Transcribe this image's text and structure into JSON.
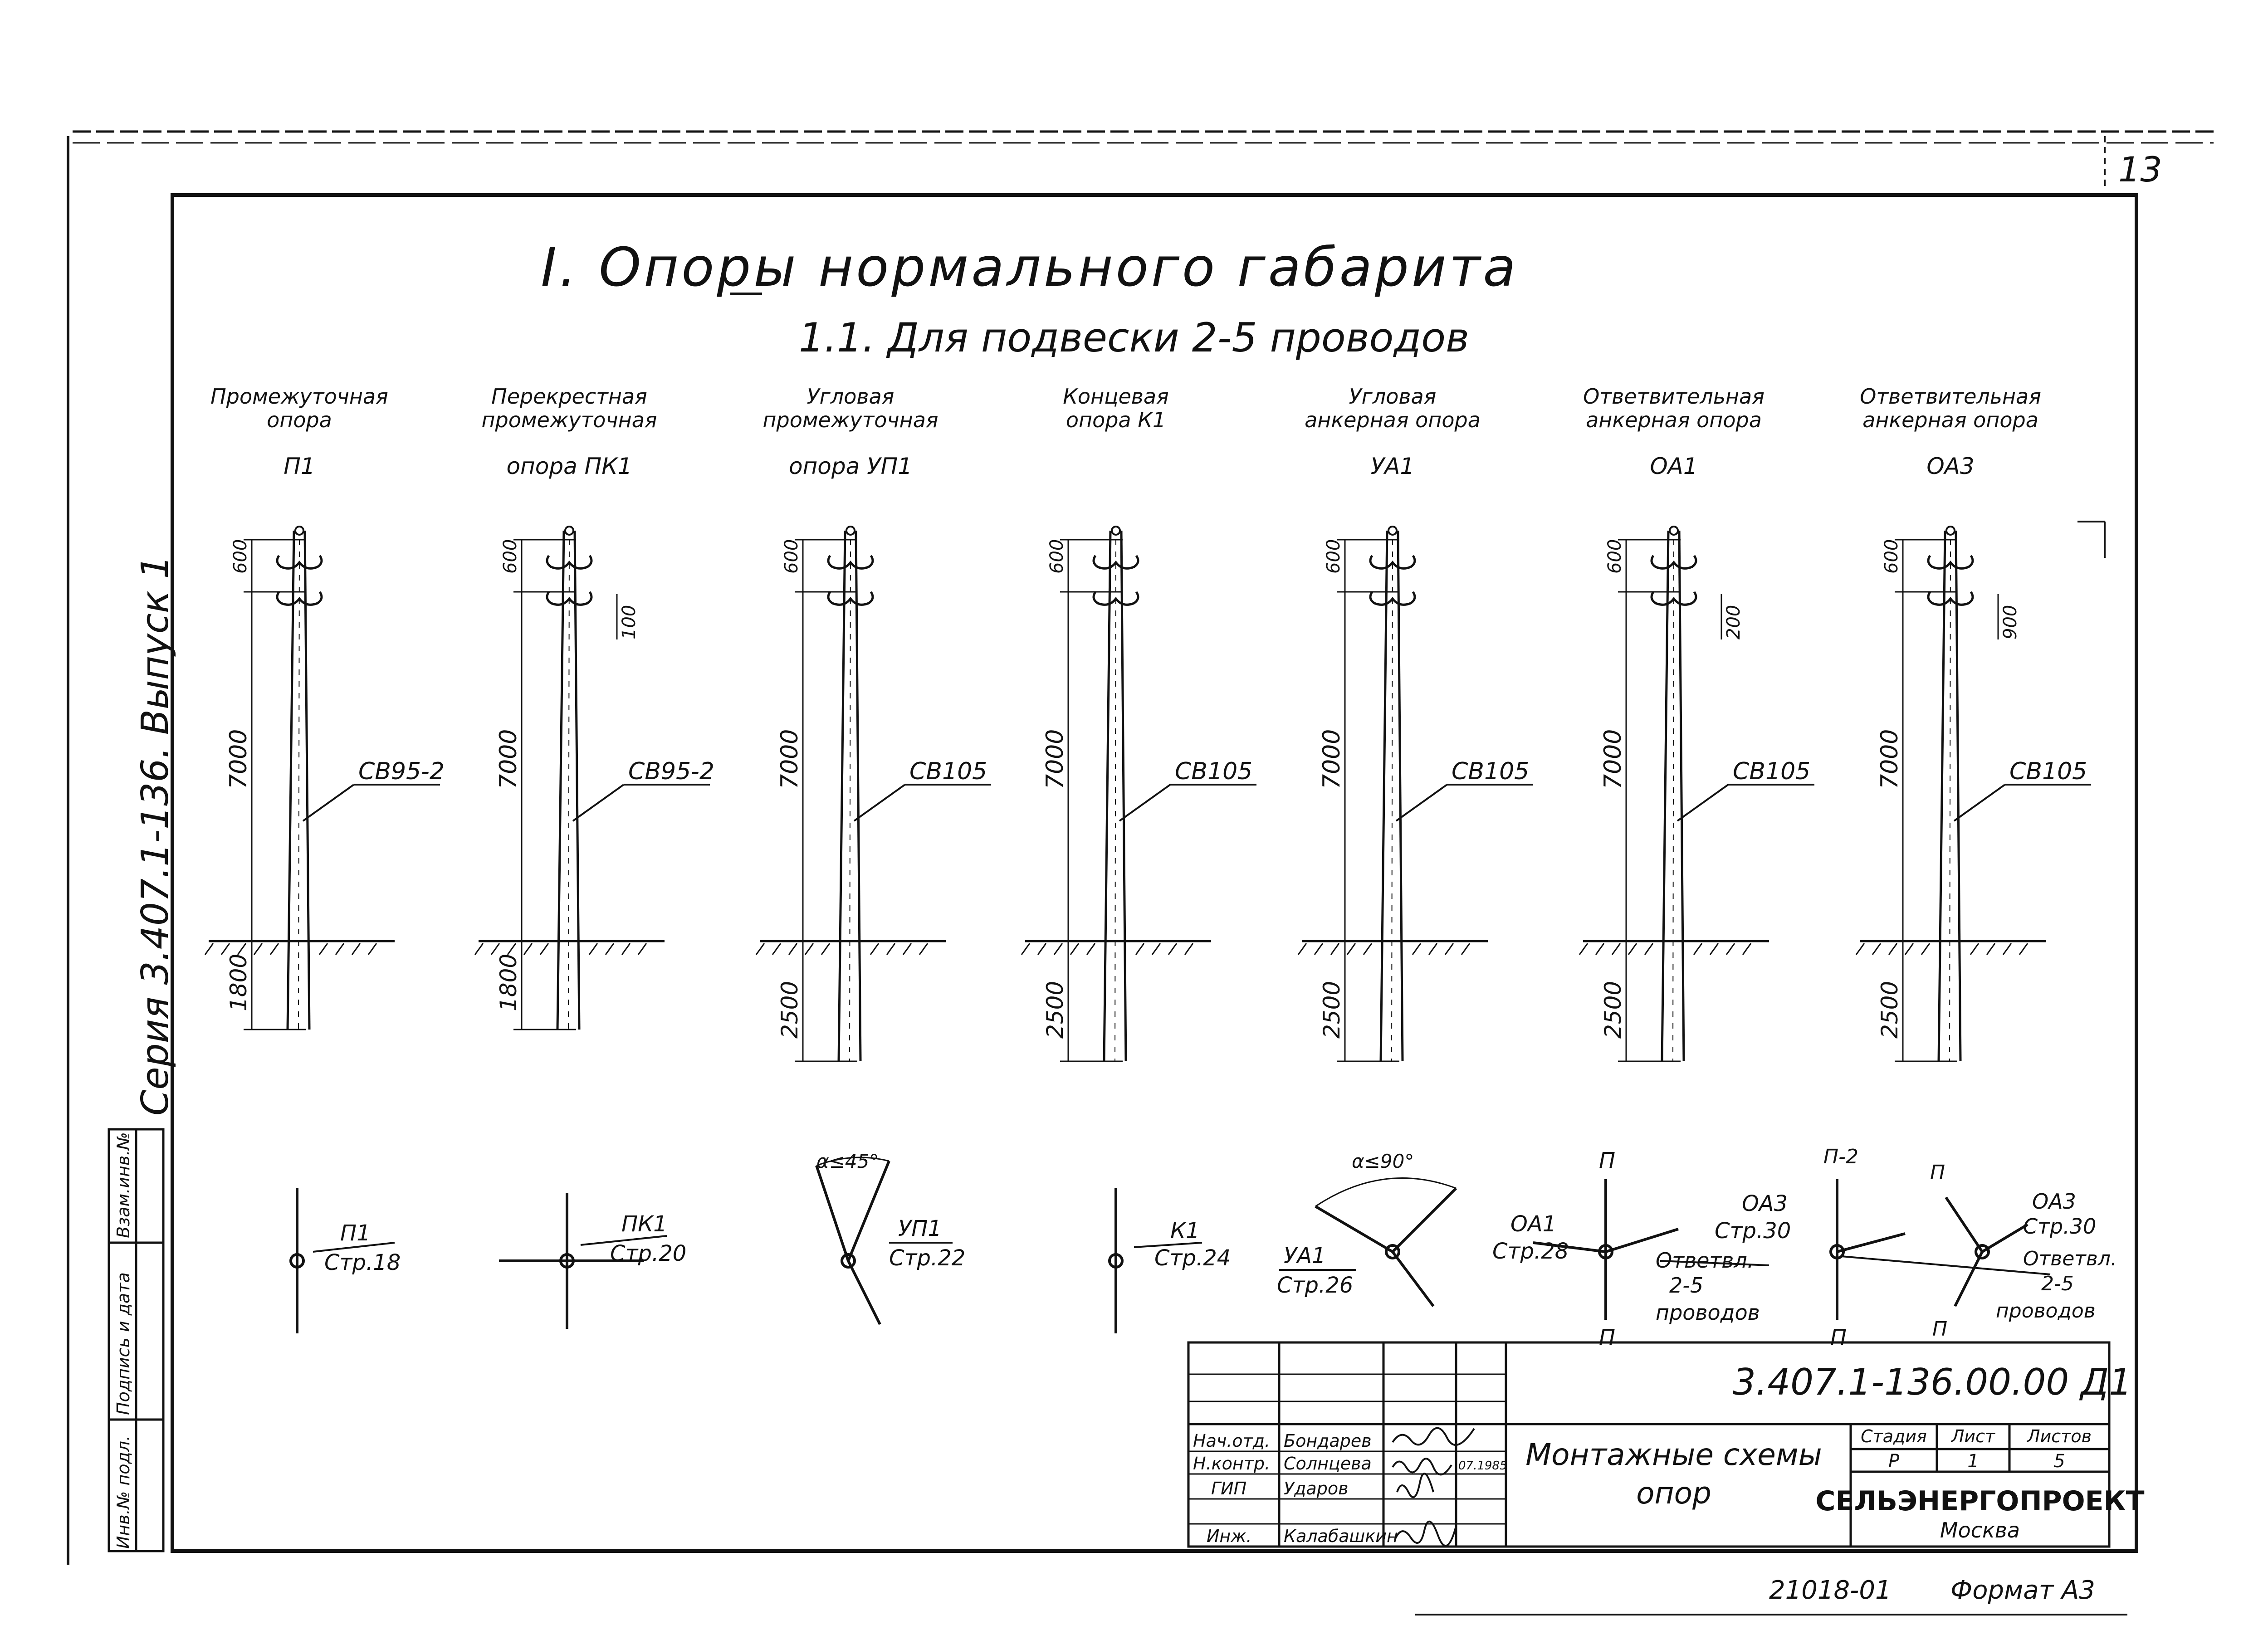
{
  "sheet_corner_number": "13",
  "title_main": "I. Опоры нормального габарита",
  "title_sub": "1.1. Для подвески 2-5 проводов",
  "side_series": "Серия 3.407.1-136. Выпуск 1",
  "left_stamp_boxes": [
    "Инв.№ подл.",
    "Подпись и дата",
    "Взам.инв.№"
  ],
  "supports": [
    {
      "name_lines": [
        "Промежуточная",
        "опора"
      ],
      "code": "П1",
      "top_dim": "600",
      "mid_dims": [],
      "height_dim": "7000",
      "post_label": "СВ95-2",
      "depth_dim": "1800",
      "plan_label": "П1",
      "plan_page": "Стр.18"
    },
    {
      "name_lines": [
        "Перекрестная",
        "промежуточная"
      ],
      "code": "опора ПК1",
      "top_dim": "600",
      "mid_dims": [
        "100"
      ],
      "height_dim": "7000",
      "post_label": "СВ95-2",
      "depth_dim": "1800",
      "plan_label": "ПК1",
      "plan_page": "Стр.20"
    },
    {
      "name_lines": [
        "Угловая",
        "промежуточная"
      ],
      "code": "опора УП1",
      "top_dim": "600",
      "mid_dims": [],
      "height_dim": "7000",
      "post_label": "СВ105",
      "depth_dim": "2500",
      "plan_label": "УП1",
      "plan_page": "Стр.22",
      "plan_angle": "α≤45°"
    },
    {
      "name_lines": [
        "Концевая",
        "опора К1"
      ],
      "code": "",
      "top_dim": "600",
      "mid_dims": [],
      "height_dim": "7000",
      "post_label": "СВ105",
      "depth_dim": "2500",
      "plan_label": "К1",
      "plan_page": "Стр.24"
    },
    {
      "name_lines": [
        "Угловая",
        "анкерная опора"
      ],
      "code": "УА1",
      "top_dim": "600",
      "mid_dims": [],
      "height_dim": "7000",
      "post_label": "СВ105",
      "depth_dim": "2500",
      "plan_label": "УА1",
      "plan_page": "Стр.26",
      "plan_angle": "α≤90°"
    },
    {
      "name_lines": [
        "Ответвительная",
        "анкерная опора"
      ],
      "code": "ОА1",
      "top_dim": "600",
      "mid_dims": [
        "200"
      ],
      "height_dim": "7000",
      "post_label": "СВ105",
      "depth_dim": "2500",
      "plan_label": "ОА1",
      "plan_page": "Стр.28"
    },
    {
      "name_lines": [
        "Ответвительная",
        "анкерная опора"
      ],
      "code": "ОА3",
      "top_dim": "600",
      "mid_dims": [
        "900"
      ],
      "height_dim": "7000",
      "post_label": "СВ105",
      "depth_dim": "2500",
      "plan_label": "ОА3",
      "plan_page": "Стр.30"
    }
  ],
  "plan_extra": {
    "oa1_tag": "ОА3",
    "oa1_page": "Стр.30",
    "branch": "Ответвл.",
    "branch_n": "2-5",
    "branch_w": "проводов",
    "letter_p": "П",
    "letter_p2": "П-2",
    "oa3_tag": "ОА3",
    "oa3_page": "Стр.30",
    "branch3": "Ответвл.",
    "branch3_n": "2-5",
    "branch3_w": "проводов"
  },
  "title_block": {
    "doc_code": "3.407.1-136.00.00 Д1",
    "rows": [
      {
        "role": "Нач.отд.",
        "name": "Бондарев",
        "date": ""
      },
      {
        "role": "Н.контр.",
        "name": "Солнцева",
        "date": "07.1985"
      },
      {
        "role": "ГИП",
        "name": "Ударов",
        "date": ""
      },
      {
        "role": "Инж.",
        "name": "Калабашкин",
        "date": ""
      }
    ],
    "doc_title": [
      "Монтажные схемы",
      "опор"
    ],
    "col_headers": [
      "Стадия",
      "Лист",
      "Листов"
    ],
    "col_values": [
      "Р",
      "1",
      "5"
    ],
    "org": "СЕЛЬЭНЕРГОПРОЕКТ",
    "city": "Москва"
  },
  "footer": {
    "inv": "21018-01",
    "format": "Формат А3"
  }
}
